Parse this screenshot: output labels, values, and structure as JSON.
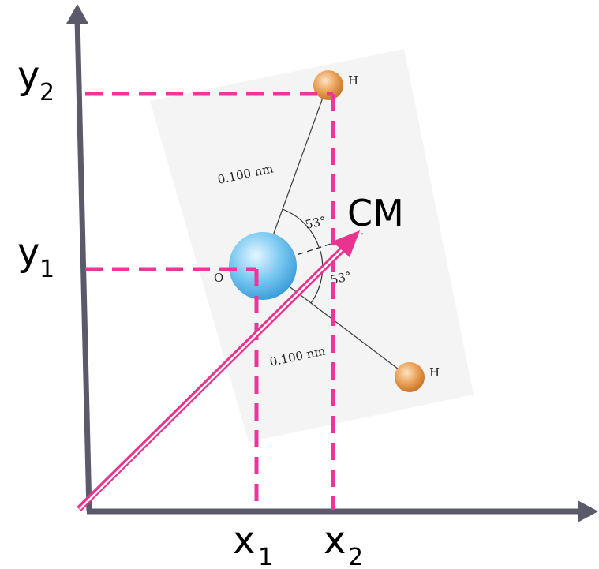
{
  "axes": {
    "y1": {
      "base": "y",
      "sub": "1"
    },
    "y2": {
      "base": "y",
      "sub": "2"
    },
    "x1": {
      "base": "x",
      "sub": "1"
    },
    "x2": {
      "base": "x",
      "sub": "2"
    }
  },
  "molecule": {
    "oxygen_label": "O",
    "hydrogen_top_label": "H",
    "hydrogen_bottom_label": "H",
    "bond_top_length": "0.100 nm",
    "bond_bottom_length": "0.100 nm",
    "angle_top": "53°",
    "angle_bottom": "53°"
  },
  "cm_label": "CM",
  "colors": {
    "axis": "#5a5a6a",
    "guide": "#f0359a",
    "vector": "#e8348f",
    "oxygen": "#5ab8ec",
    "hydrogen": "#e8923c",
    "panel": "#f4f4f4"
  }
}
